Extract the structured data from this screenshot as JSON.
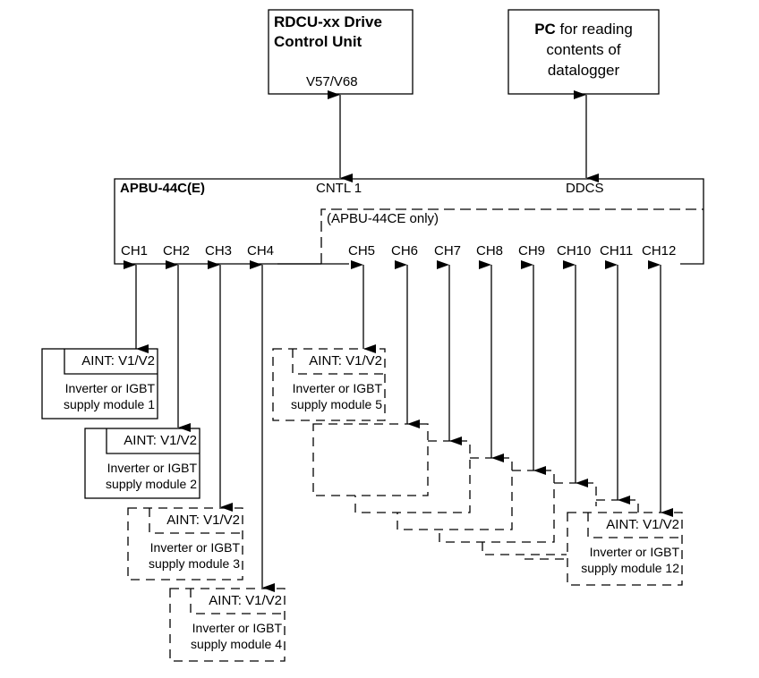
{
  "top_boxes": {
    "rdcu": {
      "title_line1": "RDCU-xx Drive",
      "title_line2": "Control Unit",
      "port": "V57/V68"
    },
    "pc": {
      "title_bold": "PC",
      "title_rest": " for reading",
      "line2": "contents of",
      "line3": "datalogger"
    }
  },
  "apbu": {
    "title": "APBU-44C(E)",
    "cntl_label": "CNTL 1",
    "ddcs_label": "DDCS",
    "ce_only_label": "(APBU-44CE only)",
    "channels": [
      "CH1",
      "CH2",
      "CH3",
      "CH4",
      "CH5",
      "CH6",
      "CH7",
      "CH8",
      "CH9",
      "CH10",
      "CH11",
      "CH12"
    ]
  },
  "modules": [
    {
      "aint": "AINT: V1/V2",
      "line1": "Inverter or IGBT",
      "line2": "supply module 1"
    },
    {
      "aint": "AINT: V1/V2",
      "line1": "Inverter or IGBT",
      "line2": "supply module 2"
    },
    {
      "aint": "AINT: V1/V2",
      "line1": "Inverter or IGBT",
      "line2": "supply module 3"
    },
    {
      "aint": "AINT: V1/V2",
      "line1": "Inverter or IGBT",
      "line2": "supply module 4"
    },
    {
      "aint": "AINT: V1/V2",
      "line1": "Inverter or IGBT",
      "line2": "supply module 5"
    },
    {
      "aint": "AINT: V1/V2",
      "line1": "Inverter or IGBT",
      "line2": "supply module 12"
    }
  ]
}
